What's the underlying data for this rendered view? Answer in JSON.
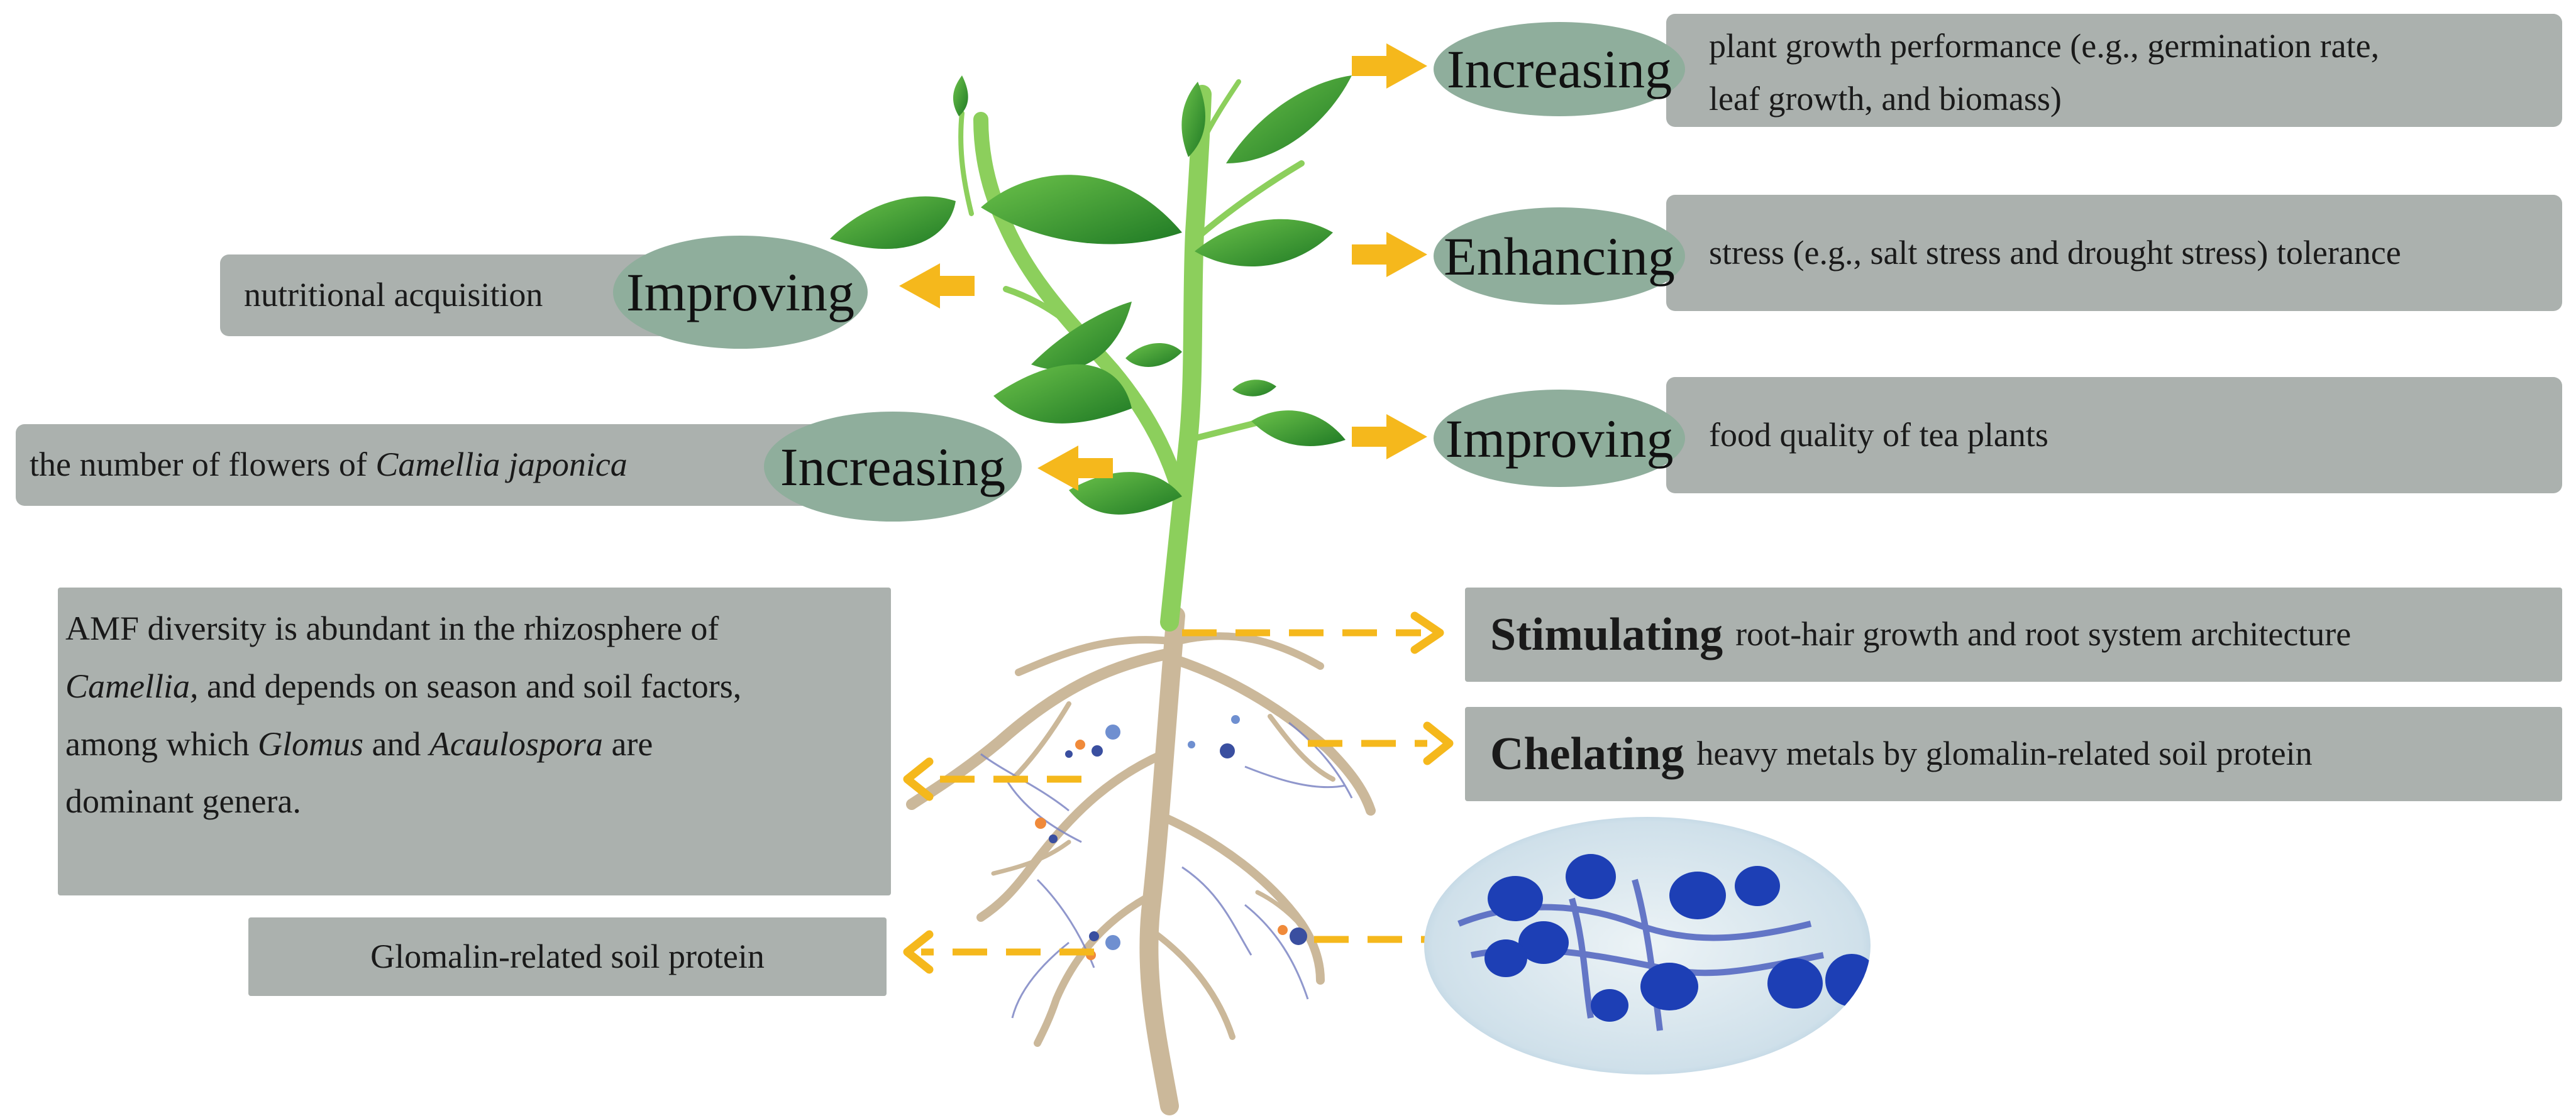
{
  "right_effects": [
    {
      "verb": "Increasing",
      "text": "plant growth performance (e.g., germination rate,",
      "text2": "leaf growth, and biomass)"
    },
    {
      "verb": "Enhancing",
      "text": "stress (e.g., salt stress and drought stress) tolerance"
    },
    {
      "verb": "Improving",
      "text": "food quality of tea plants"
    }
  ],
  "left_effects": [
    {
      "verb": "Improving",
      "text": "nutritional acquisition"
    },
    {
      "verb": "Increasing",
      "text_plain": "the number of flowers of ",
      "text_italic": "Camellia japonica"
    }
  ],
  "root_effects": [
    {
      "lead": "Stimulating",
      "text": "root-hair growth and root system architecture"
    },
    {
      "lead": "Chelating",
      "text": "heavy metals by glomalin-related soil protein"
    }
  ],
  "amf_box": {
    "l1": "AMF diversity is abundant in the rhizosphere of",
    "l2_italic": "Camellia,",
    "l2_plain": " and depends on season and soil factors,",
    "l3_plain_a": "among which ",
    "l3_italic_a": "Glomus",
    "l3_plain_b": " and ",
    "l3_italic_b": "Acaulospora",
    "l3_plain_c": " are",
    "l4": "dominant genera."
  },
  "grsp_box": {
    "text": "Glomalin-related soil protein"
  },
  "micrograph": {
    "icon": "stained-arbuscular-mycorrhiza-micrograph"
  },
  "colors": {
    "box": "#abb1ae",
    "oval": "#8fae9c",
    "arrow": "#f5b81c",
    "stem": "#8ccf5c",
    "leaf": "#2e8a2a",
    "root": "#cbb89a"
  }
}
